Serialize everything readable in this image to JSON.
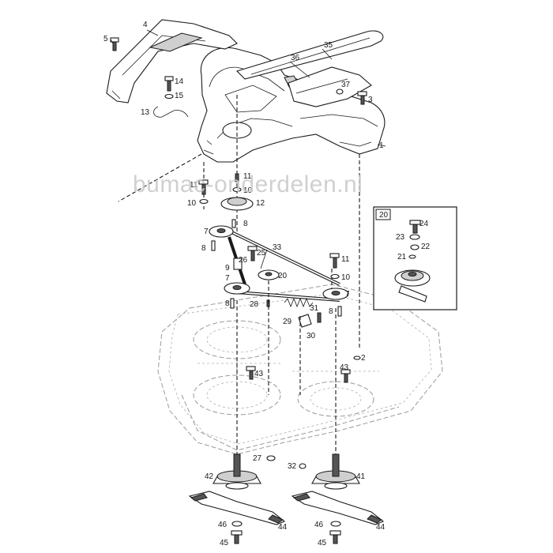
{
  "watermark": "bumac-onderdelen.nl",
  "inset_label": "20",
  "callouts": [
    {
      "id": "c1",
      "text": "1"
    },
    {
      "id": "c2",
      "text": "2"
    },
    {
      "id": "c3",
      "text": "3"
    },
    {
      "id": "c4",
      "text": "4"
    },
    {
      "id": "c5",
      "text": "5"
    },
    {
      "id": "c7a",
      "text": "7"
    },
    {
      "id": "c7b",
      "text": "7"
    },
    {
      "id": "c7c",
      "text": "7"
    },
    {
      "id": "c8a",
      "text": "8"
    },
    {
      "id": "c8b",
      "text": "8"
    },
    {
      "id": "c8c",
      "text": "8"
    },
    {
      "id": "c8d",
      "text": "8"
    },
    {
      "id": "c9",
      "text": "9"
    },
    {
      "id": "c10a",
      "text": "10"
    },
    {
      "id": "c10b",
      "text": "10"
    },
    {
      "id": "c10c",
      "text": "10"
    },
    {
      "id": "c11a",
      "text": "11"
    },
    {
      "id": "c11b",
      "text": "11"
    },
    {
      "id": "c11c",
      "text": "11"
    },
    {
      "id": "c12",
      "text": "12"
    },
    {
      "id": "c13",
      "text": "13"
    },
    {
      "id": "c14",
      "text": "14"
    },
    {
      "id": "c15",
      "text": "15"
    },
    {
      "id": "c20",
      "text": "20"
    },
    {
      "id": "c21",
      "text": "21"
    },
    {
      "id": "c22",
      "text": "22"
    },
    {
      "id": "c23",
      "text": "23"
    },
    {
      "id": "c24",
      "text": "24"
    },
    {
      "id": "c25",
      "text": "25"
    },
    {
      "id": "c26",
      "text": "26"
    },
    {
      "id": "c27",
      "text": "27"
    },
    {
      "id": "c28",
      "text": "28"
    },
    {
      "id": "c29",
      "text": "29"
    },
    {
      "id": "c30",
      "text": "30"
    },
    {
      "id": "c31",
      "text": "31"
    },
    {
      "id": "c32",
      "text": "32"
    },
    {
      "id": "c33",
      "text": "33"
    },
    {
      "id": "c35",
      "text": "35"
    },
    {
      "id": "c36",
      "text": "36"
    },
    {
      "id": "c37",
      "text": "37"
    },
    {
      "id": "c41",
      "text": "41"
    },
    {
      "id": "c42",
      "text": "42"
    },
    {
      "id": "c43a",
      "text": "43"
    },
    {
      "id": "c43b",
      "text": "43"
    },
    {
      "id": "c44a",
      "text": "44"
    },
    {
      "id": "c44b",
      "text": "44"
    },
    {
      "id": "c45a",
      "text": "45"
    },
    {
      "id": "c45b",
      "text": "45"
    },
    {
      "id": "c46a",
      "text": "46"
    },
    {
      "id": "c46b",
      "text": "46"
    }
  ]
}
